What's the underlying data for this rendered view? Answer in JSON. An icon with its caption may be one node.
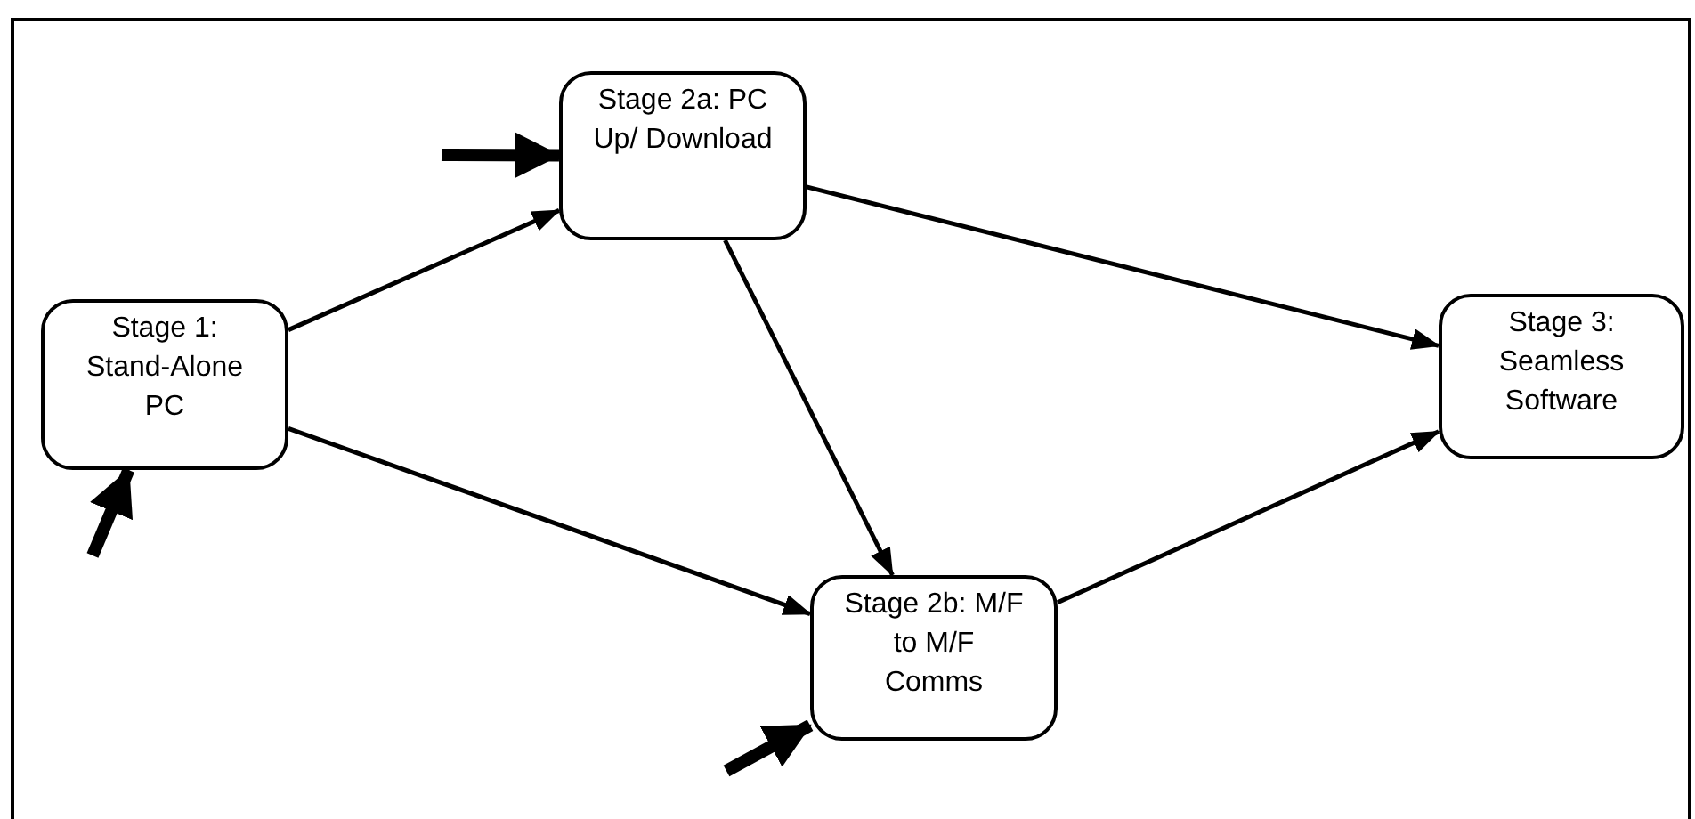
{
  "diagram": {
    "nodes": [
      {
        "text": [
          "Stage 1: Stand-Alone PC"
        ]
      },
      {
        "text": [
          "Stage 2a: PC Up/ Download"
        ]
      },
      {
        "text": [
          "Stage 3: Seamless Software"
        ]
      },
      {
        "text": [
          "Stage 2b: M/F to M/F Comms"
        ]
      }
    ],
    "edges": [
      {
        "from": 0,
        "to": 1,
        "arrow": "to"
      },
      {
        "from": 0,
        "to": 3,
        "arrow": "to"
      },
      {
        "from": 1,
        "to": 2,
        "arrow": "to"
      },
      {
        "from": 1,
        "to": 3,
        "arrow": "to"
      },
      {
        "from": 3,
        "to": 2,
        "arrow": "to"
      },
      {
        "from": null,
        "to": 1,
        "arrow": "to",
        "style": "thick"
      },
      {
        "from": null,
        "to": 0,
        "arrow": "to",
        "style": "thick"
      },
      {
        "from": null,
        "to": 3,
        "arrow": "to",
        "style": "thick"
      }
    ]
  }
}
